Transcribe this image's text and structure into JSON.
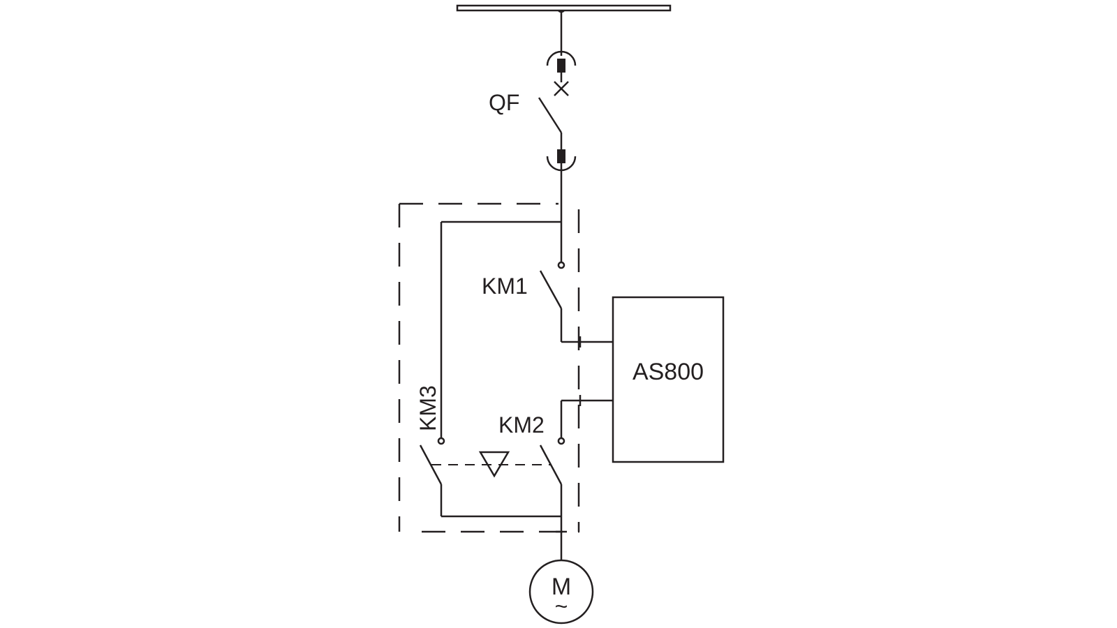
{
  "labels": {
    "breaker": "QF",
    "contactor_1": "KM1",
    "contactor_2": "KM2",
    "contactor_3": "KM3",
    "soft_starter": "AS800",
    "motor": "M",
    "motor_ac": "~"
  },
  "colors": {
    "line": "#231f20",
    "background": "#ffffff"
  }
}
